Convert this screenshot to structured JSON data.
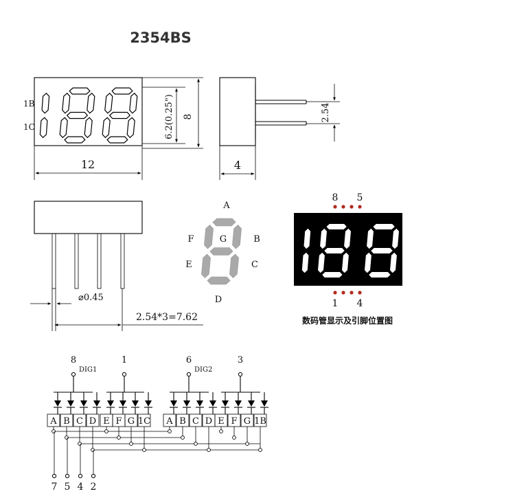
{
  "title": "2354BS",
  "front_view": {
    "pin_labels": [
      "1B",
      "1C"
    ],
    "width_label": "12",
    "height_label": "8",
    "digit_height_label": "6.2(0.25\")"
  },
  "side_view": {
    "depth_label": "4",
    "pin_spacing_label": "2.54"
  },
  "bottom_view": {
    "pin_diameter_label": "⌀0.45",
    "pin_span_label": "2.54*3=7.62"
  },
  "segment_map": {
    "labels": {
      "a": "A",
      "b": "B",
      "c": "C",
      "d": "D",
      "e": "E",
      "f": "F",
      "g": "G"
    }
  },
  "pin_diagram": {
    "top_pins": [
      "8",
      "5"
    ],
    "bottom_pins": [
      "1",
      "4"
    ],
    "caption": "数码管显示及引脚位置图"
  },
  "schematic": {
    "common_pins": [
      {
        "pin": "8",
        "name": "DIG1"
      },
      {
        "pin": "1",
        "name": ""
      },
      {
        "pin": "6",
        "name": "DIG2"
      },
      {
        "pin": "3",
        "name": ""
      }
    ],
    "group1_segments": [
      "A",
      "B",
      "C",
      "D",
      "E",
      "F",
      "G",
      "1C"
    ],
    "group2_segments": [
      "A",
      "B",
      "C",
      "D",
      "E",
      "F",
      "G",
      "1B"
    ],
    "bottom_pins": [
      "7",
      "5",
      "4",
      "2"
    ]
  }
}
